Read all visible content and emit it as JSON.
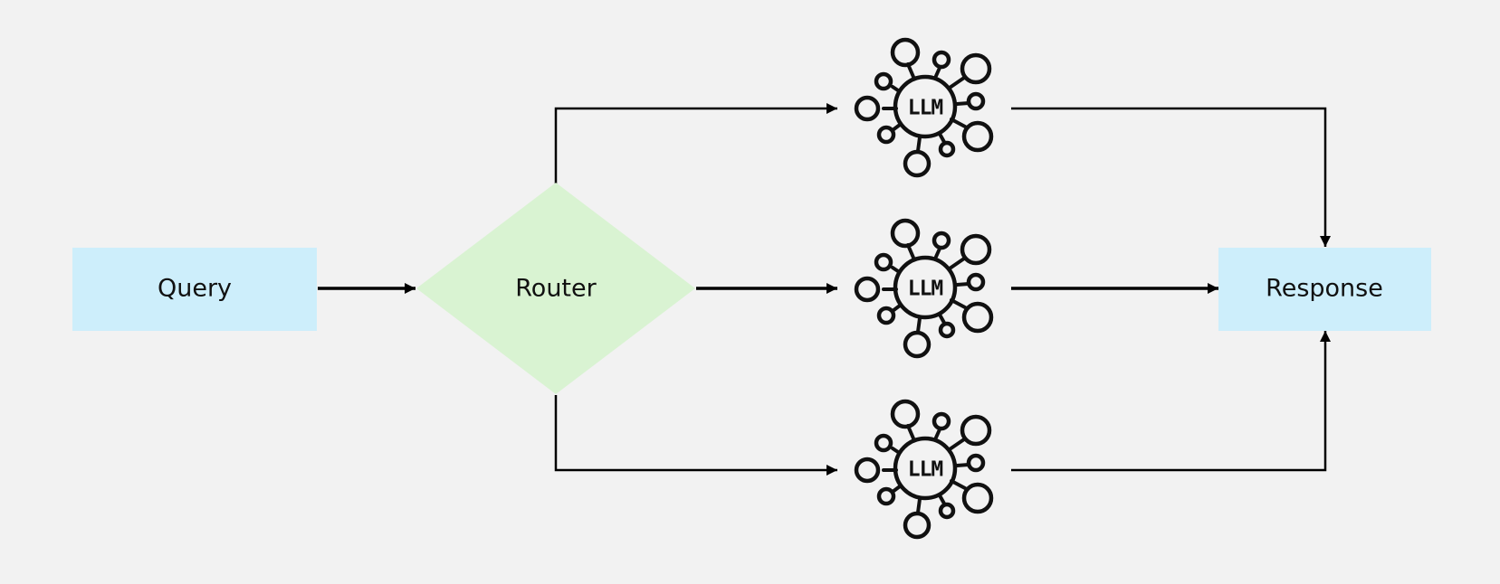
{
  "nodes": {
    "query": {
      "label": "Query",
      "fill": "#cdeefb"
    },
    "router": {
      "label": "Router",
      "fill": "#d9f3d2"
    },
    "response": {
      "label": "Response",
      "fill": "#cdeefb"
    }
  },
  "llm_nodes": [
    {
      "icon": "llm-network-icon",
      "label": "LLM"
    },
    {
      "icon": "llm-network-icon",
      "label": "LLM"
    },
    {
      "icon": "llm-network-icon",
      "label": "LLM"
    }
  ],
  "colors": {
    "background": "#f2f2f2",
    "edge": "#000000"
  }
}
